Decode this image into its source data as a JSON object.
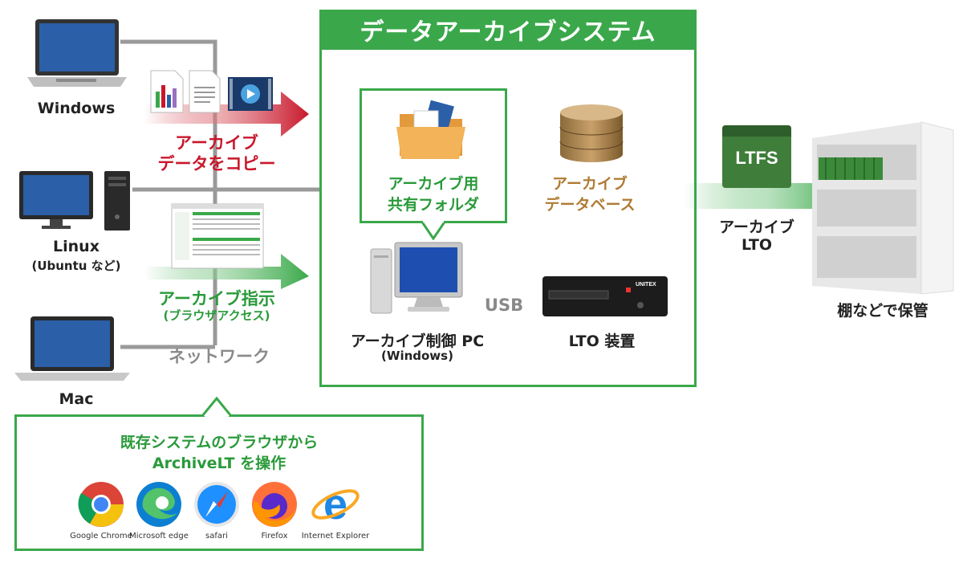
{
  "system": {
    "title": "データアーカイブシステム",
    "shared_folder": [
      "アーカイブ用",
      "共有フォルダ"
    ],
    "database": [
      "アーカイブ",
      "データベース"
    ],
    "control_pc": [
      "アーカイブ制御 PC",
      "(Windows)"
    ],
    "usb": "USB",
    "lto_device": "LTO 装置",
    "lto_brand": "UNITEX"
  },
  "clients": {
    "windows": "Windows",
    "linux": "Linux",
    "linux_note": "(Ubuntu など)",
    "mac": "Mac"
  },
  "flows": {
    "copy": [
      "アーカイブ",
      "データをコピー"
    ],
    "instruct": [
      "アーカイブ指示",
      "(ブラウザアクセス)"
    ],
    "network": "ネットワーク"
  },
  "storage": {
    "tape_label": "LTFS",
    "lto_label": [
      "アーカイブ",
      "LTO"
    ],
    "shelf_label": "棚などで保管"
  },
  "browsers": {
    "heading": [
      "既存システムのブラウザから",
      "ArchiveLT を操作"
    ],
    "items": [
      "Google Chrome",
      "Microsoft edge",
      "safari",
      "Firefox",
      "Internet Explorer"
    ]
  },
  "colors": {
    "green": "#3aa84a",
    "red": "#c8172b",
    "brown": "#b07a33",
    "network_line": "#9a9a9a"
  }
}
